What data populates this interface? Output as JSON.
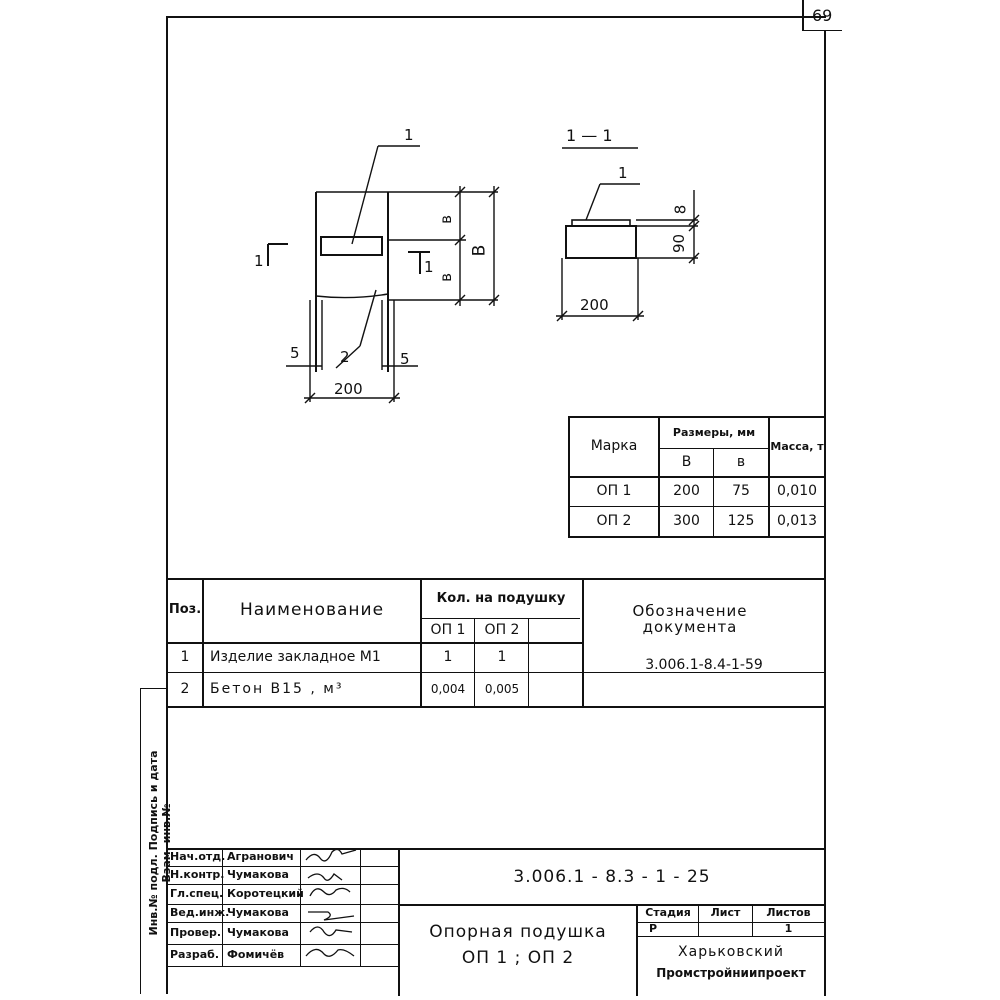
{
  "sheet_number": "69",
  "side_stamp": "Инв.№ подл.   Подпись и дата   Взам. инв.№",
  "drawing": {
    "plan_leader_1": "1",
    "plan_leader_2": "2",
    "section_mark_left": "1",
    "section_mark_right": "1",
    "dim_b_top": "в",
    "dim_b_bottom": "в",
    "dim_B": "В",
    "dim_5_left": "5",
    "dim_5_right": "5",
    "dim_200_plan": "200",
    "section_title": "1 — 1",
    "section_leader": "1",
    "dim_8": "8",
    "dim_90": "90",
    "dim_200_section": "200"
  },
  "mark_table": {
    "header_mark": "Марка",
    "header_sizes": "Размеры, мм",
    "header_mass": "Масса, т",
    "col_B": "В",
    "col_b": "в",
    "rows": [
      {
        "mark": "ОП 1",
        "B": "200",
        "b": "75",
        "mass": "0,010"
      },
      {
        "mark": "ОП 2",
        "B": "300",
        "b": "125",
        "mass": "0,013"
      }
    ]
  },
  "spec_table": {
    "header_pos": "Поз.",
    "header_name": "Наименование",
    "header_qty": "Кол. на подушку",
    "header_op1": "ОП 1",
    "header_op2": "ОП 2",
    "header_doc": "Обозначение документа",
    "rows": [
      {
        "pos": "1",
        "name": "Изделие закладное М1",
        "op1": "1",
        "op2": "1",
        "doc": "3.006.1-8.4-1-59"
      },
      {
        "pos": "2",
        "name": "Бетон В15 , м³",
        "op1": "0,004",
        "op2": "0,005",
        "doc": ""
      }
    ]
  },
  "title_block": {
    "code": "3.006.1 - 8.3 - 1 - 25",
    "name_line1": "Опорная подушка",
    "name_line2": "ОП 1 ; ОП 2",
    "stage_label": "Стадия",
    "sheet_label": "Лист",
    "sheets_label": "Листов",
    "stage_value": "Р",
    "sheets_value": "1",
    "org_line1": "Харьковский",
    "org_line2": "Промстройниипроект",
    "signers": [
      {
        "role": "Нач.отд.",
        "name": "Агранович"
      },
      {
        "role": "Н.контр.",
        "name": "Чумакова"
      },
      {
        "role": "Гл.спец.",
        "name": "Коротецкий"
      },
      {
        "role": "Вед.инж.",
        "name": "Чумакова"
      },
      {
        "role": "Провер.",
        "name": "Чумакова"
      },
      {
        "role": "Разраб.",
        "name": "Фомичёв"
      }
    ]
  }
}
